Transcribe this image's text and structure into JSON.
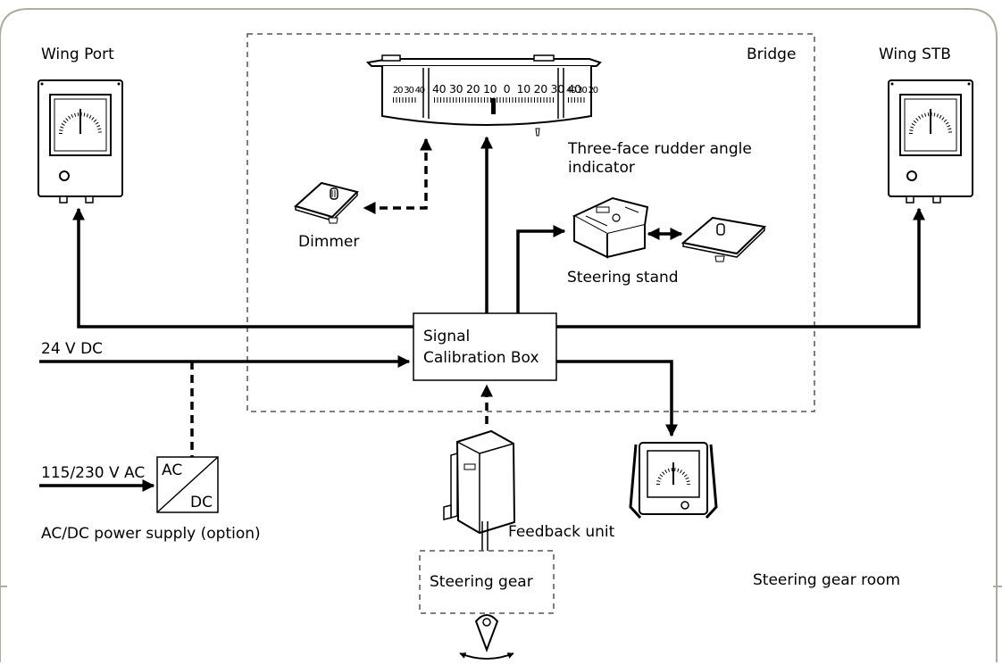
{
  "labels": {
    "wing_port": "Wing Port",
    "wing_stb": "Wing STB",
    "bridge": "Bridge",
    "indicator_line1": "Three-face rudder angle",
    "indicator_line2": "indicator",
    "dimmer": "Dimmer",
    "steering_stand": "Steering stand",
    "supply_24v": "24 V DC",
    "signal_box_line1": "Signal",
    "signal_box_line2": "Calibration Box",
    "supply_ac": "115/230 V AC",
    "converter_ac": "AC",
    "converter_dc": "DC",
    "power_supply": "AC/DC power supply (option)",
    "feedback_unit": "Feedback unit",
    "steering_gear": "Steering gear",
    "steering_gear_room": "Steering gear room"
  },
  "indicator_scale": {
    "left_face": "20 30 40",
    "center_face": "40 30 20 10  0  10 20 30 40",
    "right_face": "40 30 20"
  },
  "colors": {
    "line": "#000000",
    "frame": "#b0aaa0",
    "dashed_box": "#555555"
  }
}
